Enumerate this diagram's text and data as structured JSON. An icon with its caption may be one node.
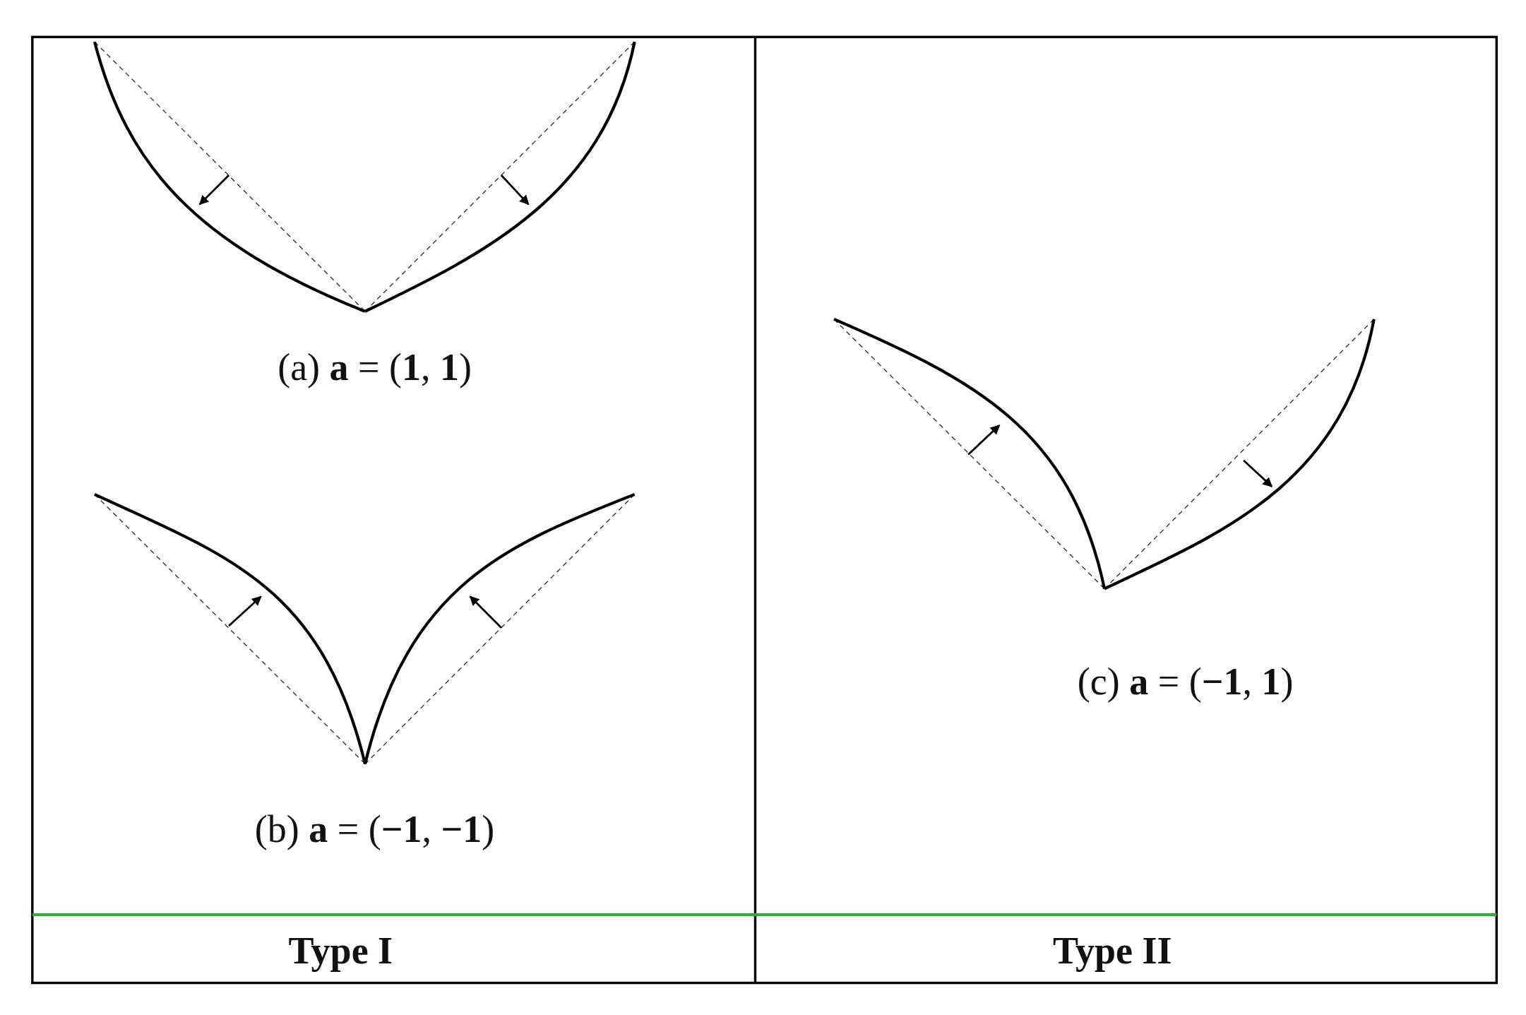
{
  "diagram": {
    "labels": [
      "(a) **a** = (**1**, **1**)",
      "(b) **a** = (**−1**, **−1**)",
      "(c) **a** = (**−1**, **1**)",
      "Type I",
      "Type II"
    ]
  }
}
